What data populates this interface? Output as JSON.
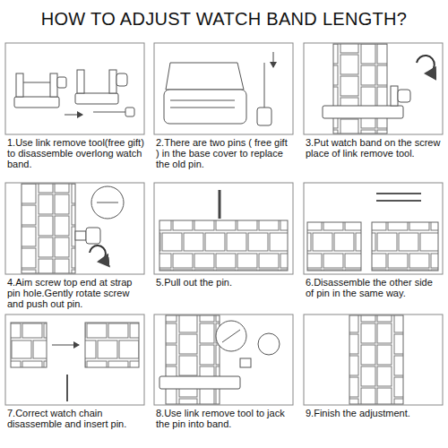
{
  "diagram": {
    "title": "HOW TO ADJUST WATCH BAND LENGTH?",
    "nodes": [
      {
        "text": [
          "1.Use link remove tool(free gift) to disassemble overlong watch band."
        ]
      },
      {
        "text": [
          "2.There are two pins ( free gift ) in the base cover to replace the old pin."
        ]
      },
      {
        "text": [
          "3.Put watch band on the screw place of link remove tool."
        ]
      },
      {
        "text": [
          "4.Aim screw top end at strap pin hole.Gently rotate screw and push out pin."
        ]
      },
      {
        "text": [
          "5.Pull out the pin."
        ]
      },
      {
        "text": [
          "6.Disassemble the other side of pin in the same way."
        ]
      },
      {
        "text": [
          "7.Correct watch chain disassemble and insert pin."
        ]
      },
      {
        "text": [
          "8.Use link remove tool to jack the pin into band."
        ]
      },
      {
        "text": [
          "9.Finish the adjustment."
        ]
      }
    ]
  }
}
